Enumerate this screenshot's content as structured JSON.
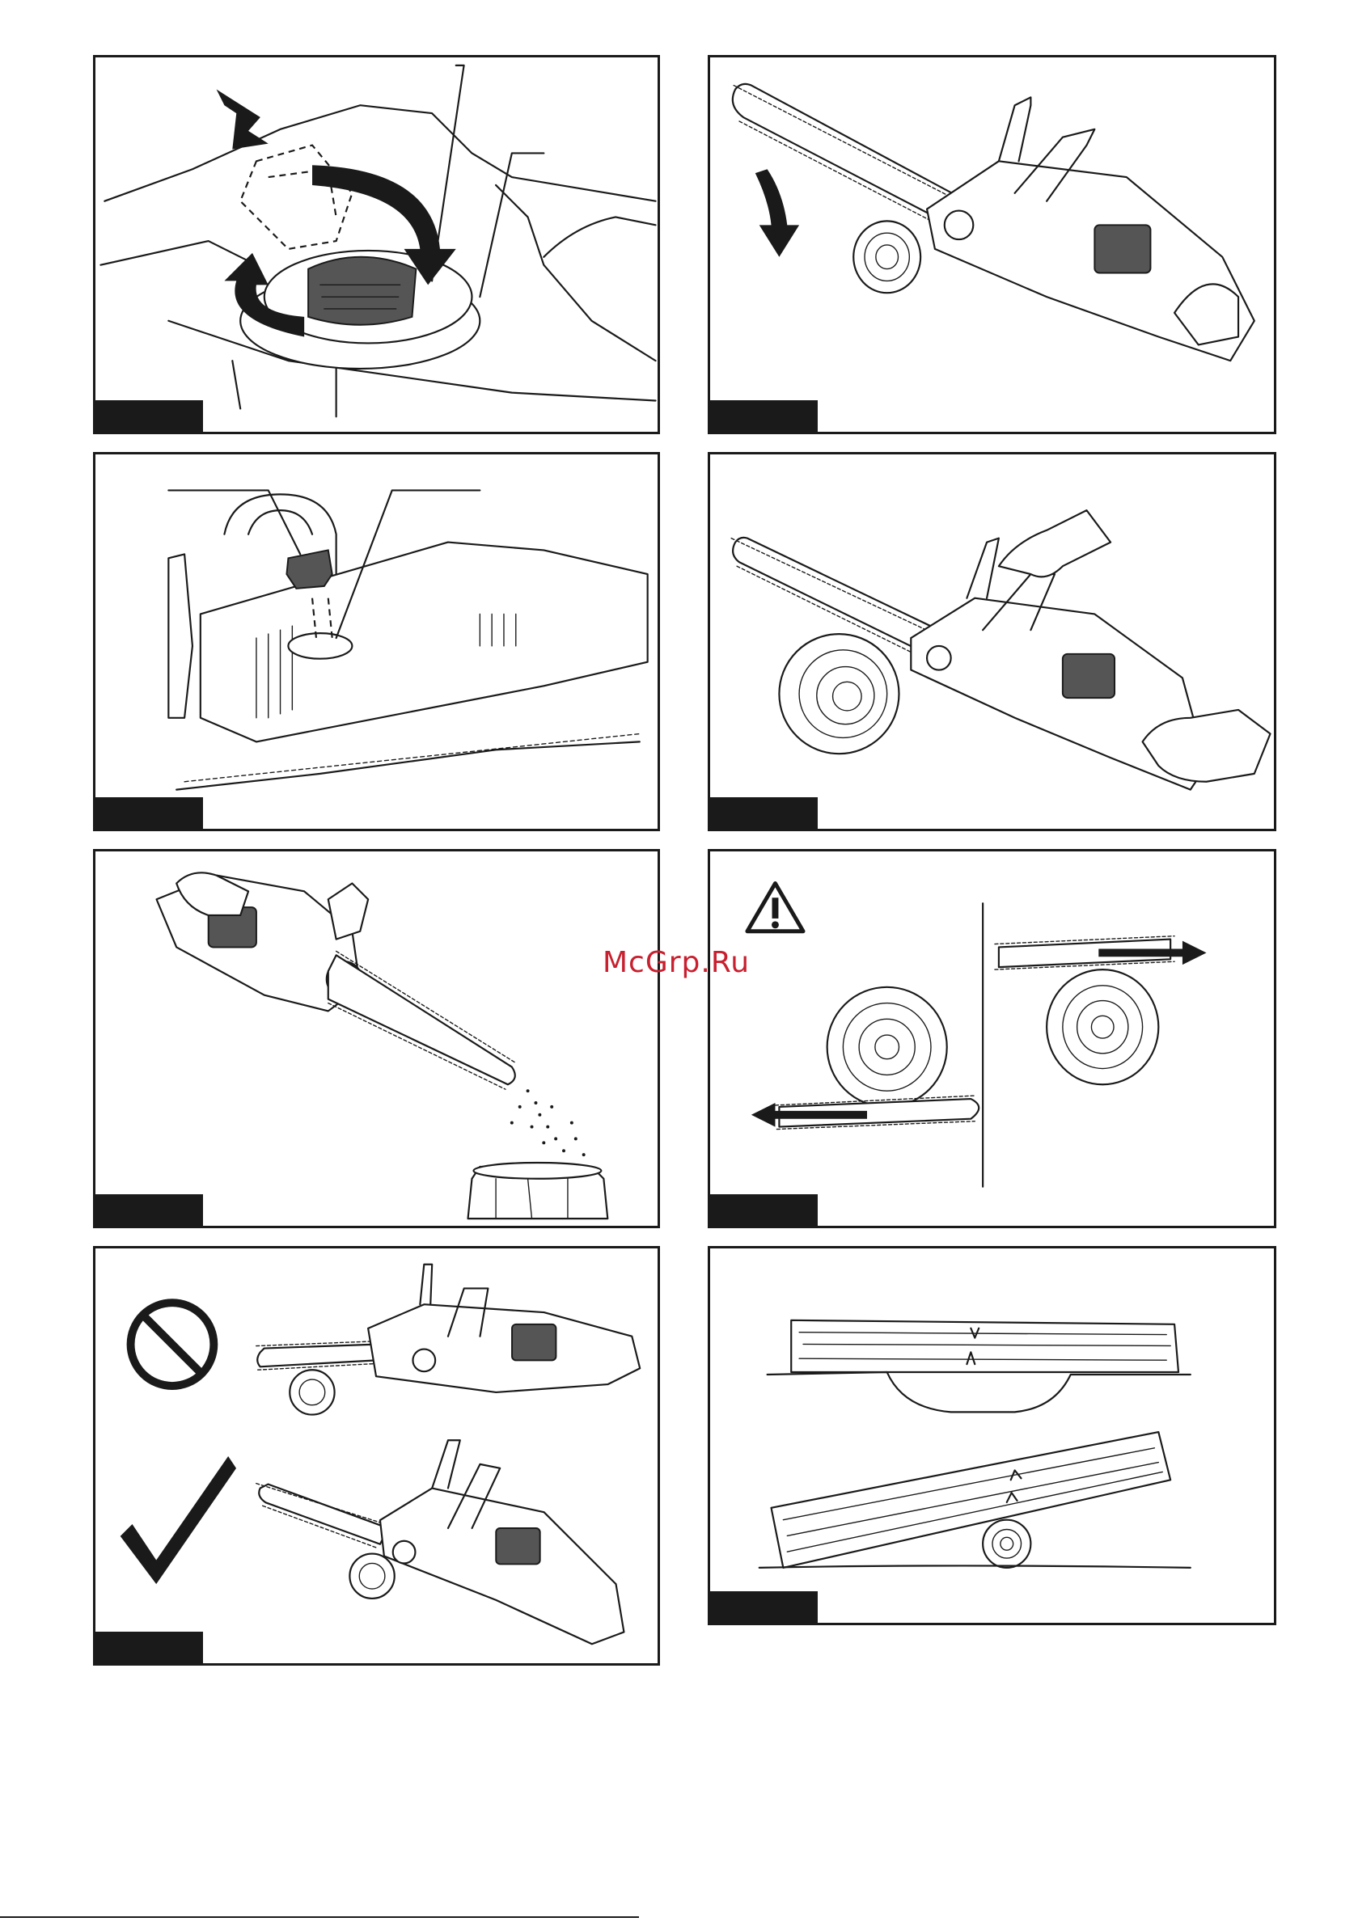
{
  "watermark": {
    "text": "McGrp.Ru",
    "color": "#c8202f"
  },
  "panels": [
    {
      "id": 1,
      "subject": "oil-tank-cap-rotation"
    },
    {
      "id": 2,
      "subject": "chainsaw-bumper-spike-down"
    },
    {
      "id": 3,
      "subject": "oil-cap-removal"
    },
    {
      "id": 4,
      "subject": "two-hand-grip-on-log"
    },
    {
      "id": 5,
      "subject": "oil-spray-test-over-stump"
    },
    {
      "id": 6,
      "subject": "kickback-pull-push-warning"
    },
    {
      "id": 7,
      "subject": "wrong-and-right-cutting"
    },
    {
      "id": 8,
      "subject": "log-support-cutting"
    }
  ],
  "icons": {
    "warning": "warning-triangle-icon",
    "prohibited": "prohibited-icon",
    "correct": "checkmark-icon"
  },
  "colors": {
    "line": "#1a1a1a",
    "tab": "#1a1a1a",
    "background": "#ffffff"
  }
}
